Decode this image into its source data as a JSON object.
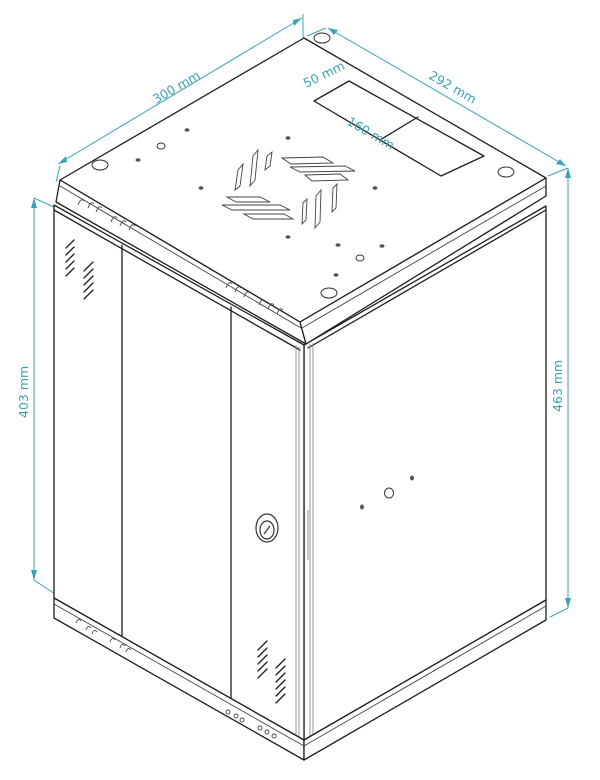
{
  "diagram": {
    "subject": "Wall-mount rack cabinet (isometric technical drawing)",
    "accent_color": "#3aa3b4",
    "line_color": "#1e1e1e",
    "dimensions": {
      "width": "300 mm",
      "depth": "292 mm",
      "cutout_width": "50 mm",
      "cutout_length": "160 mm",
      "door_height": "403 mm",
      "total_height": "463 mm"
    }
  }
}
